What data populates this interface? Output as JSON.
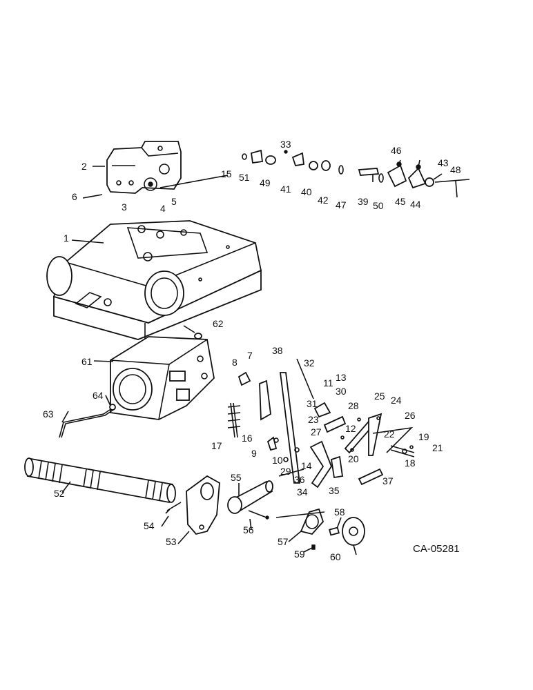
{
  "drawing_code": "CA-05281",
  "callouts": [
    "1",
    "2",
    "3",
    "4",
    "5",
    "6",
    "7",
    "8",
    "9",
    "10",
    "11",
    "12",
    "13",
    "14",
    "15",
    "16",
    "17",
    "18",
    "19",
    "20",
    "21",
    "22",
    "23",
    "24",
    "25",
    "26",
    "27",
    "28",
    "29",
    "30",
    "31",
    "32",
    "33",
    "34",
    "35",
    "36",
    "37",
    "38",
    "39",
    "40",
    "41",
    "42",
    "43",
    "44",
    "45",
    "46",
    "47",
    "48",
    "49",
    "50",
    "51",
    "52",
    "53",
    "54",
    "55",
    "56",
    "57",
    "58",
    "59",
    "60",
    "61",
    "62",
    "63",
    "64"
  ],
  "colors": {
    "ink": "#111111",
    "paper": "#ffffff"
  }
}
